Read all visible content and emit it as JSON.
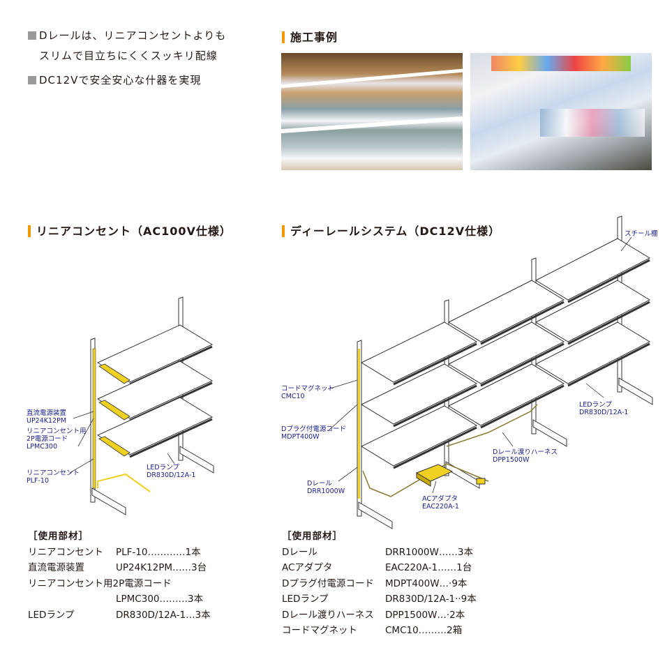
{
  "intro": {
    "bullet1_line1": "Dレールは、リニアコンセントよりも",
    "bullet1_line2": "スリムで目立ちにくくスッキリ配線",
    "bullet2": "DC12Vで安全安心な什器を実現"
  },
  "examples": {
    "title": "施工事例"
  },
  "linear": {
    "title": "リニアコンセント（AC100V仕様）",
    "labels": {
      "psu_name": "直流電源装置",
      "psu_code": "UP24K12PM",
      "cord_name1": "リニアコンセント用",
      "cord_name2": "2P電源コード",
      "cord_code": "LPMC300",
      "outlet_name": "リニアコンセント",
      "outlet_code": "PLF-10",
      "lamp_name": "LEDランプ",
      "lamp_code": "DR830D/12A-1"
    },
    "parts_title": "［使用部材］",
    "parts": [
      {
        "name": "リニアコンセント",
        "code": "PLF-10…………1本"
      },
      {
        "name": "直流電源装置",
        "code": "UP24K12PM……3台"
      },
      {
        "name": "リニアコンセント用2P電源コード",
        "code": ""
      },
      {
        "name": "",
        "code": "LPMC300………3本"
      },
      {
        "name": "LEDランプ",
        "code": "DR830D/12A-1…3本"
      }
    ]
  },
  "drail": {
    "title": "ディーレールシステム（DC12V仕様）",
    "labels": {
      "shelf": "スチール棚",
      "magnet_name": "コードマグネット",
      "magnet_code": "CMC10",
      "plug_name": "Dプラグ付電源コード",
      "plug_code": "MDPT400W",
      "rail_name": "Dレール",
      "rail_code": "DRR1000W",
      "adapter_name": "ACアダプタ",
      "adapter_code": "EAC220A-1",
      "harness_name": "Dレール渡りハーネス",
      "harness_code": "DPP1500W",
      "lamp_name": "LEDランプ",
      "lamp_code": "DR830D/12A-1"
    },
    "parts_title": "［使用部材］",
    "parts": [
      {
        "name": "Dレール",
        "code": "DRR1000W……3本"
      },
      {
        "name": "ACアダプタ",
        "code": "EAC220A-1……1台"
      },
      {
        "name": "Dプラグ付電源コード",
        "code": "MDPT400W…·9本"
      },
      {
        "name": "LEDランプ",
        "code": "DR830D/12A-1··9本"
      },
      {
        "name": "Dレール渡りハーネス",
        "code": "DPP1500W…·2本"
      },
      {
        "name": "コードマグネット",
        "code": "CMC10………2箱"
      }
    ]
  },
  "colors": {
    "accent": "#f39800",
    "label": "#1d2088",
    "rail": "#f0d020"
  }
}
